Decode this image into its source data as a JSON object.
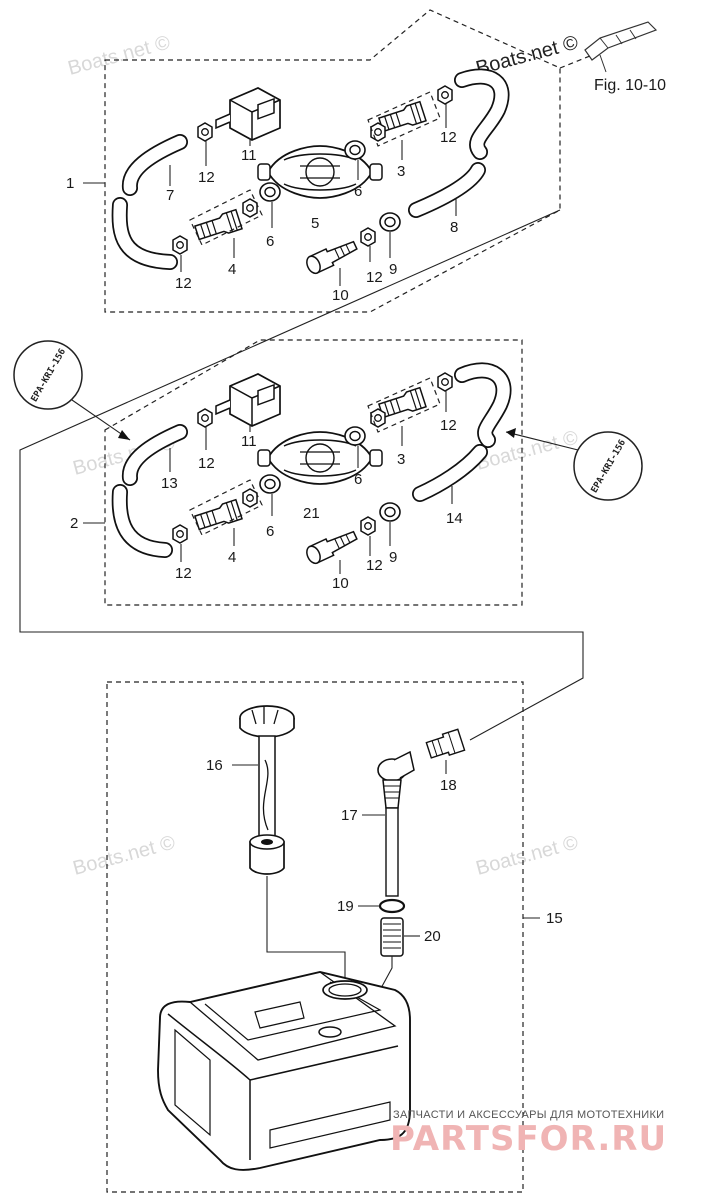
{
  "figure_ref": "Fig. 10-10",
  "watermarks": [
    "Boats.net ©",
    "Boats.net ©",
    "Boats.net ©",
    "Boats.net ©",
    "Boats.net ©",
    "Boats.net ©"
  ],
  "stamps": [
    "EPA-KRI-156",
    "EPA-KRI-156"
  ],
  "footer": {
    "caption": "ЗАПЧАСТИ И АКСЕССУАРЫ ДЛЯ МОТОТЕХНИКИ",
    "brand": "PARTSFOR.RU"
  },
  "callouts": {
    "top": {
      "group": "1",
      "p11": "11",
      "p12a": "12",
      "p12b": "12",
      "p12c": "12",
      "p12d": "12",
      "p7": "7",
      "p3": "3",
      "p6a": "6",
      "p6b": "6",
      "p5": "5",
      "p8": "8",
      "p4": "4",
      "p9": "9",
      "p10": "10"
    },
    "middle": {
      "group": "2",
      "p11": "11",
      "p12a": "12",
      "p12b": "12",
      "p12c": "12",
      "p12d": "12",
      "p13": "13",
      "p3": "3",
      "p6a": "6",
      "p6b": "6",
      "p21": "21",
      "p14": "14",
      "p4": "4",
      "p9": "9",
      "p10": "10"
    },
    "tank": {
      "group": "15",
      "p16": "16",
      "p18": "18",
      "p17": "17",
      "p19": "19",
      "p20": "20"
    }
  }
}
